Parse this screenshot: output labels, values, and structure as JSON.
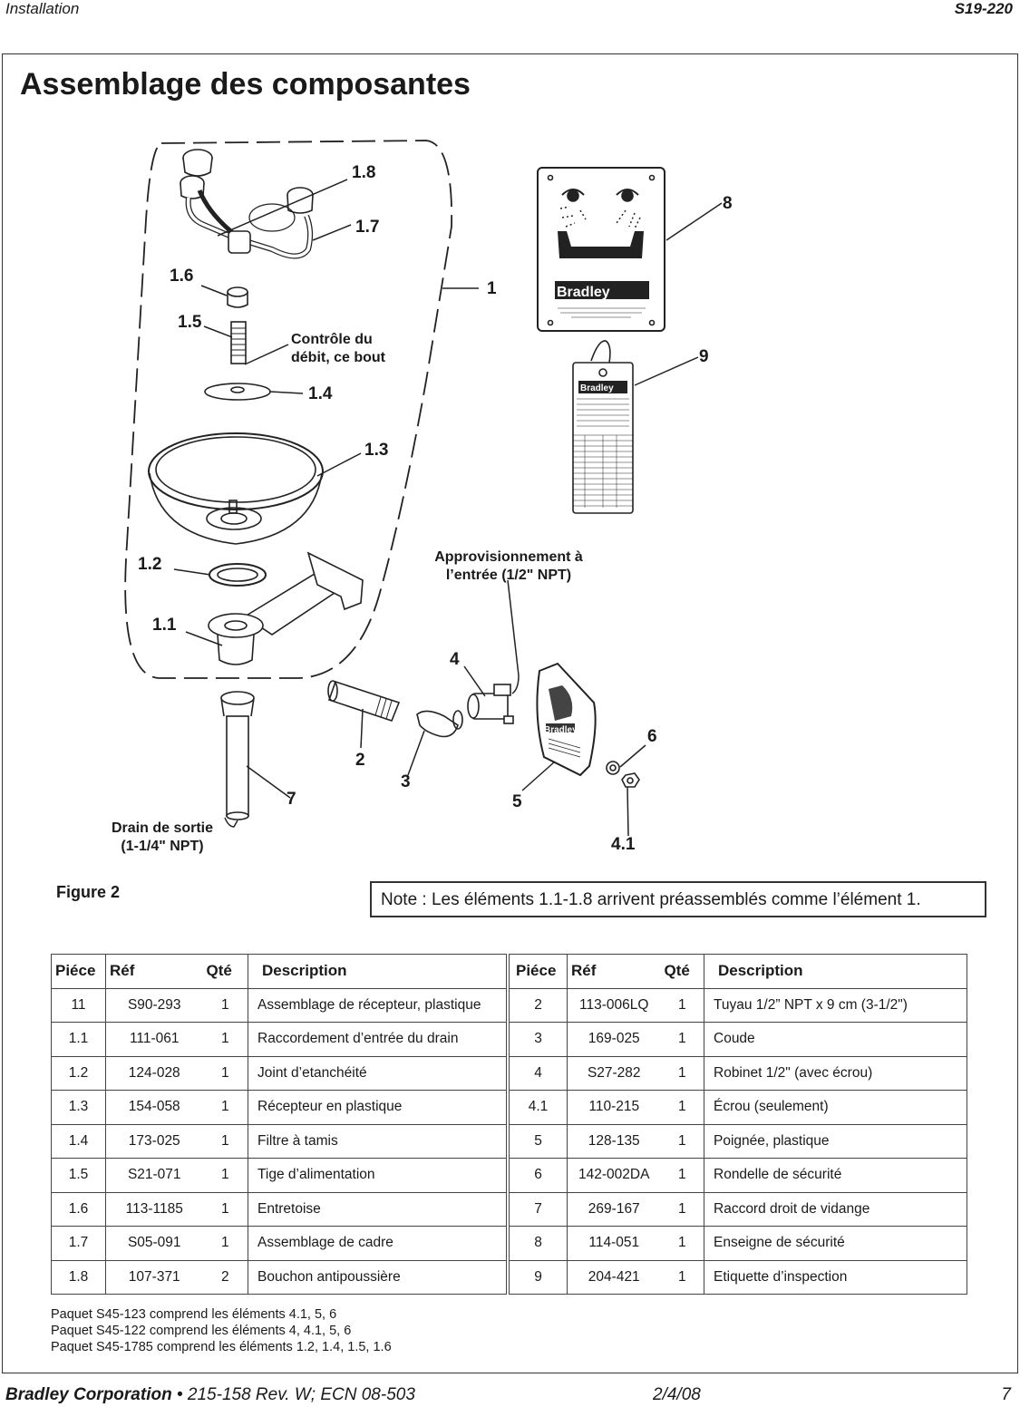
{
  "header": {
    "section": "Installation",
    "model": "S19-220"
  },
  "title": "Assemblage des composantes",
  "callouts": {
    "c18": "1.8",
    "c17": "1.7",
    "c16": "1.6",
    "c15": "1.5",
    "c14": "1.4",
    "c13": "1.3",
    "c12": "1.2",
    "c11": "1.1",
    "c1": "1",
    "c2": "2",
    "c3": "3",
    "c4": "4",
    "c41": "4.1",
    "c5": "5",
    "c6": "6",
    "c7": "7",
    "c8": "8",
    "c9": "9"
  },
  "annotations": {
    "flow_control_1": "Contrôle du",
    "flow_control_2": "débit, ce bout",
    "supply_1": "Approvisionnement à",
    "supply_2": "l’entrée (1/2\" NPT)",
    "drain_1": "Drain de sortie",
    "drain_2": "(1-1/4\" NPT)"
  },
  "sign_brand": "Bradley",
  "figure_label": "Figure 2",
  "note": "Note : Les éléments 1.1-1.8 arrivent préassemblés comme l’élément 1.",
  "table_headers": {
    "piece": "Piéce",
    "ref": "Réf",
    "qty": "Qté",
    "desc": "Description"
  },
  "parts_left": [
    {
      "piece": "11",
      "ref": "S90-293",
      "qty": "1",
      "desc": "Assemblage de récepteur, plastique"
    },
    {
      "piece": "1.1",
      "ref": "111-061",
      "qty": "1",
      "desc": "Raccordement d’entrée du drain"
    },
    {
      "piece": "1.2",
      "ref": "124-028",
      "qty": "1",
      "desc": "Joint d’etanchéité"
    },
    {
      "piece": "1.3",
      "ref": "154-058",
      "qty": "1",
      "desc": "Récepteur en plastique"
    },
    {
      "piece": "1.4",
      "ref": "173-025",
      "qty": "1",
      "desc": "Filtre à tamis"
    },
    {
      "piece": "1.5",
      "ref": "S21-071",
      "qty": "1",
      "desc": "Tige d’alimentation"
    },
    {
      "piece": "1.6",
      "ref": "113-1185",
      "qty": "1",
      "desc": "Entretoise"
    },
    {
      "piece": "1.7",
      "ref": "S05-091",
      "qty": "1",
      "desc": "Assemblage de cadre"
    },
    {
      "piece": "1.8",
      "ref": "107-371",
      "qty": "2",
      "desc": "Bouchon antipoussière"
    }
  ],
  "parts_right": [
    {
      "piece": "2",
      "ref": "113-006LQ",
      "qty": "1",
      "desc": "Tuyau 1/2” NPT x 9 cm (3-1/2\")"
    },
    {
      "piece": "3",
      "ref": "169-025",
      "qty": "1",
      "desc": "Coude"
    },
    {
      "piece": "4",
      "ref": "S27-282",
      "qty": "1",
      "desc": "Robinet 1/2\" (avec écrou)"
    },
    {
      "piece": "4.1",
      "ref": "110-215",
      "qty": "1",
      "desc": "Écrou (seulement)"
    },
    {
      "piece": "5",
      "ref": "128-135",
      "qty": "1",
      "desc": "Poignée, plastique"
    },
    {
      "piece": "6",
      "ref": "142-002DA",
      "qty": "1",
      "desc": "Rondelle de sécurité"
    },
    {
      "piece": "7",
      "ref": "269-167",
      "qty": "1",
      "desc": "Raccord droit de vidange"
    },
    {
      "piece": "8",
      "ref": "114-051",
      "qty": "1",
      "desc": "Enseigne de sécurité"
    },
    {
      "piece": "9",
      "ref": "204-421",
      "qty": "1",
      "desc": "Etiquette d’inspection"
    }
  ],
  "kits": [
    "Paquet S45-123 comprend les éléments 4.1, 5, 6",
    "Paquet S45-122 comprend les éléments 4, 4.1, 5, 6",
    "Paquet S45-1785 comprend les éléments 1.2, 1.4, 1.5, 1.6"
  ],
  "footer": {
    "company": "Bradley Corporation",
    "doc": " • 215-158 Rev. W; ECN 08-503",
    "date": "2/4/08",
    "page": "7"
  }
}
